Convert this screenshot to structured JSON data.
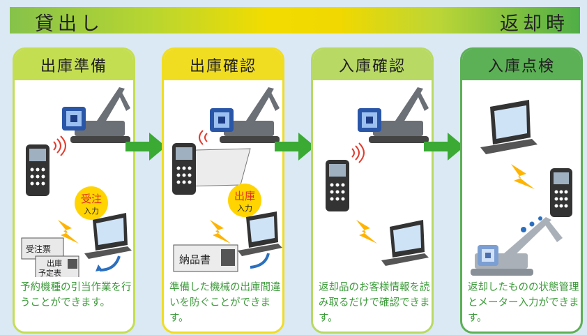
{
  "banner": {
    "left": "貸出し",
    "right": "返却時"
  },
  "panels": [
    {
      "title": "出庫準備",
      "desc": "予約機種の引当作業を行うことができます。",
      "bubble": {
        "line1": "受注",
        "line2": "入力"
      },
      "doc1": "受注票",
      "doc2a": "出庫",
      "doc2b": "予定表"
    },
    {
      "title": "出庫確認",
      "desc": "準備した機械の出庫間違いを防ぐことができます。",
      "bubble": {
        "line1": "出庫",
        "line2": "入力"
      },
      "doc1": "納品書"
    },
    {
      "title": "入庫確認",
      "desc": "返却品のお客様情報を読み取るだけで確認できます。"
    },
    {
      "title": "入庫点検",
      "desc": "返却したものの状態管理とメーター入力ができます。"
    }
  ],
  "colors": {
    "panel1": "#c4de52",
    "panel2": "#f0dd22",
    "panel3": "#b8d964",
    "panel4": "#5cb055",
    "arrow": "#3aaa35",
    "desc_text": "#3d9a3b"
  }
}
